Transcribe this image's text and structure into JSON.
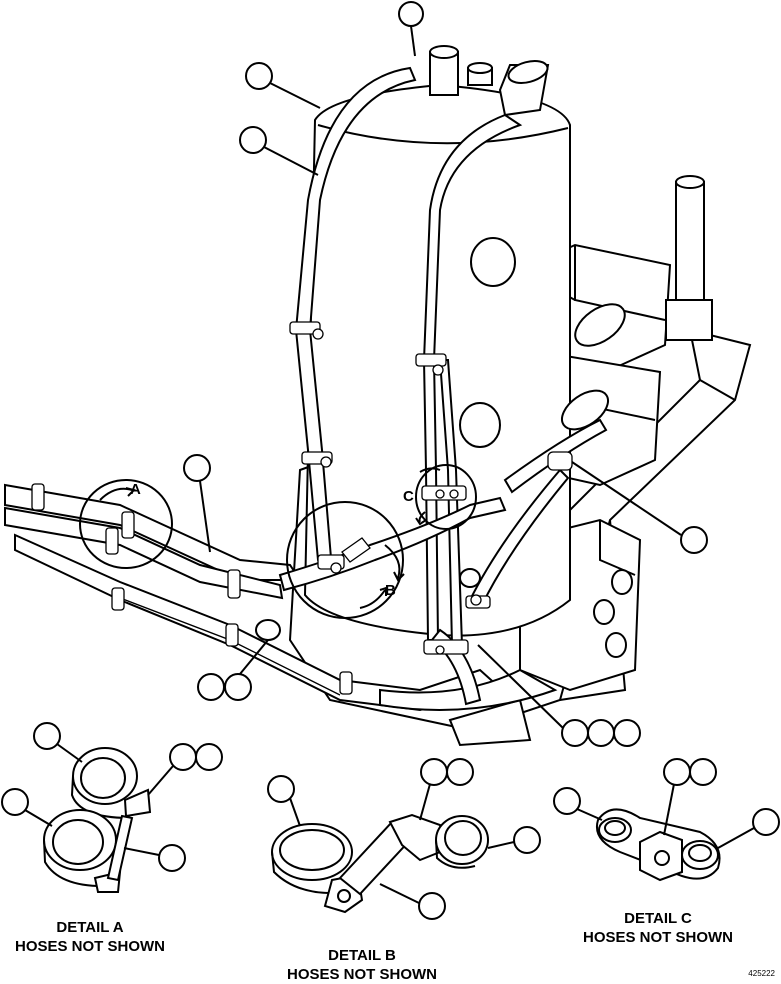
{
  "detail_a": {
    "title": "DETAIL A",
    "subtitle": "HOSES NOT SHOWN",
    "marker": "A"
  },
  "detail_b": {
    "title": "DETAIL B",
    "subtitle": "HOSES NOT SHOWN",
    "marker": "B"
  },
  "detail_c": {
    "title": "DETAIL C",
    "subtitle": "HOSES NOT SHOWN",
    "marker": "C"
  },
  "figure_number": "425222"
}
